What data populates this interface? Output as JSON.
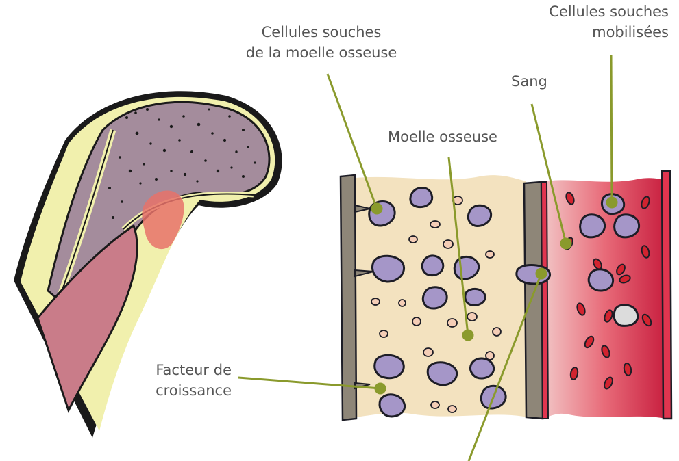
{
  "labels": {
    "stem_cells_marrow": {
      "line1": "Cellules souches",
      "line2": "de la moelle osseuse"
    },
    "mobilized_stem_cells": {
      "line1": "Cellules souches",
      "line2": "mobilisées"
    },
    "blood": "Sang",
    "bone_marrow": "Moelle osseuse",
    "growth_factor": {
      "line1": "Facteur de",
      "line2": "croissance"
    }
  },
  "colors": {
    "marrow_bg": "#f3e2bf",
    "bone_gray": "#8e8678",
    "blood_red": "#e0354f",
    "stem_cell": "#a596c8",
    "stem_cell_outline": "#1d1d26",
    "leader_line": "#8a9a2c",
    "bone_head": "#a48c9c",
    "cartilage_yellow": "#f1f0ad",
    "inner_pink": "#c97c89"
  }
}
